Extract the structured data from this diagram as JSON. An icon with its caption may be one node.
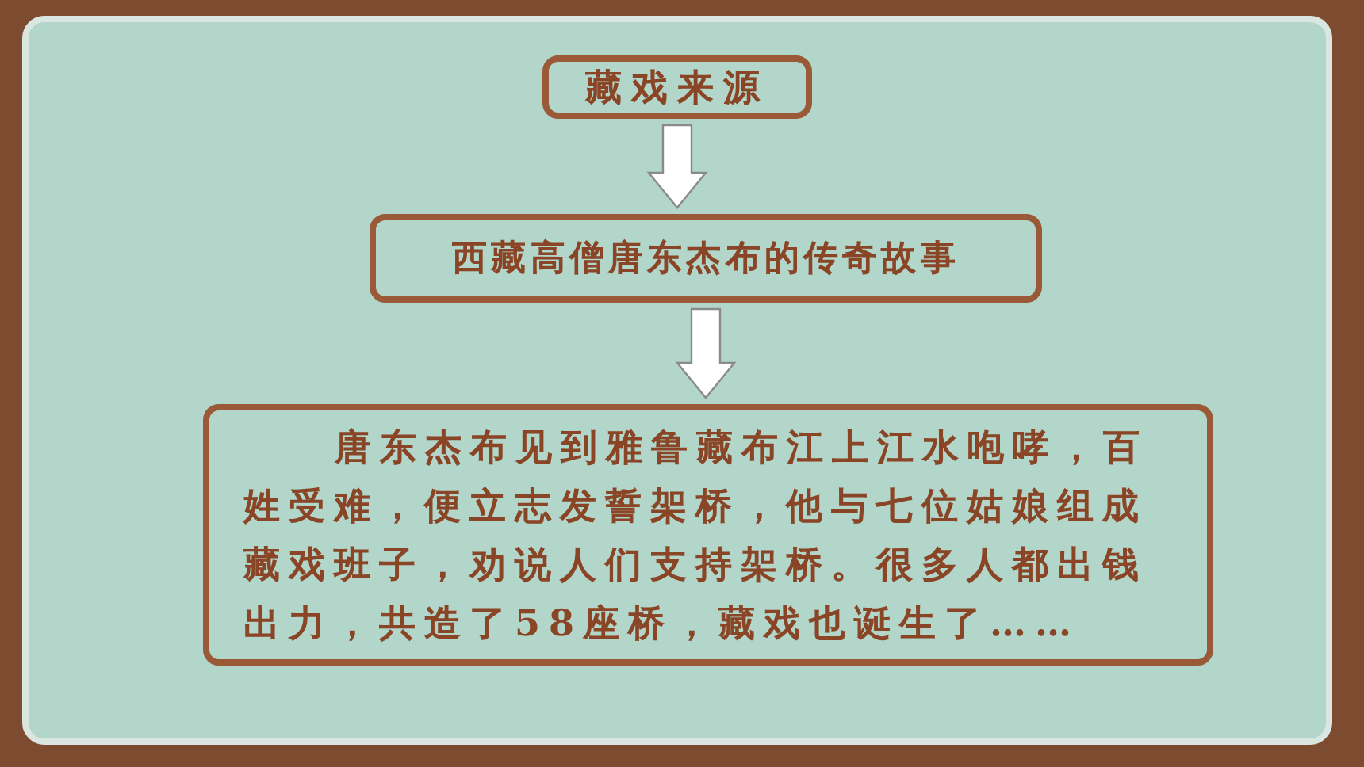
{
  "diagram": {
    "nodes": [
      {
        "text": [
          "藏戏来源"
        ]
      },
      {
        "text": [
          "西藏高僧唐东杰布的传奇故事"
        ]
      },
      {
        "text": [
          "唐东杰布见到雅鲁藏布江上江水咆哮，百姓受难，便立志发誓架桥，他与七位姑娘组成藏戏班子，劝说人们支持架桥。很多人都出钱出力，共造了58座桥，藏戏也诞生了……"
        ]
      }
    ],
    "edges": [
      {
        "from": 0,
        "to": 1,
        "arrow": "to"
      },
      {
        "from": 1,
        "to": 2,
        "arrow": "to"
      }
    ]
  }
}
